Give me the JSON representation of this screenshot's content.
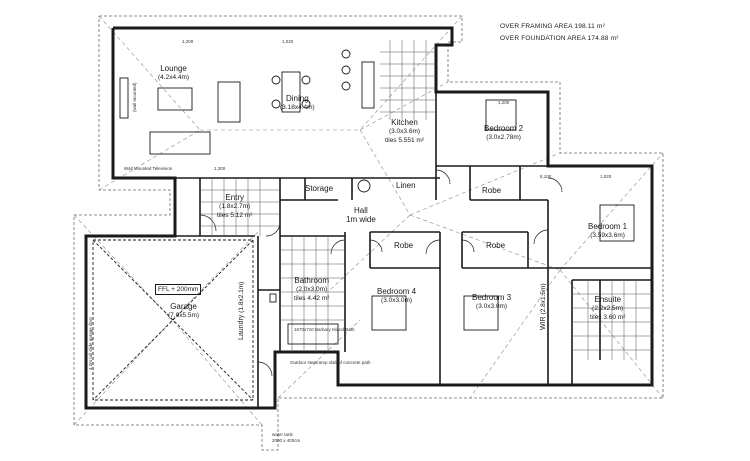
{
  "areas": {
    "framing": "OVER FRAMING AREA 198.11 m²",
    "foundation": "OVER FOUNDATION AREA 174.88 m²"
  },
  "rooms": {
    "lounge": {
      "name": "Lounge",
      "size": "(4.2x4.4m)"
    },
    "dining": {
      "name": "Dining",
      "size": "(3.18x4.4m)"
    },
    "kitchen": {
      "name": "Kitchen",
      "size": "(3.0x3.6m)",
      "tile": "tiles 5.551 m²"
    },
    "bedroom2": {
      "name": "Bedroom 2",
      "size": "(3.0x2.78m)"
    },
    "bedroom1": {
      "name": "Bedroom 1",
      "size": "(3.59x3.6m)"
    },
    "bedroom4": {
      "name": "Bedroom 4",
      "size": "(3.0x3.0m)"
    },
    "bedroom3": {
      "name": "Bedroom 3",
      "size": "(3.0x3.0m)"
    },
    "entry": {
      "name": "Entry",
      "size": "(1.8x2.7m)",
      "tile": "tiles 5.12 m²"
    },
    "storage": {
      "name": "Storage"
    },
    "linen": {
      "name": "Linen"
    },
    "hall": {
      "name": "Hall",
      "note": "1m wide"
    },
    "robe_b2": {
      "name": "Robe"
    },
    "robe_b4": {
      "name": "Robe"
    },
    "robe_b3": {
      "name": "Robe"
    },
    "bathroom": {
      "name": "Bathroom",
      "size": "(2.0x3.0m)",
      "tile": "tiles 4.42 m²"
    },
    "garage": {
      "name": "Garage",
      "size": "(7.0x5.5m)",
      "ffl": "FFL + 200mm"
    },
    "laundry": {
      "name": "Laundry",
      "size": "(1.8x2.1m)"
    },
    "wir": {
      "name": "WIR",
      "size": "(2.8x1.5m)"
    },
    "ensuite": {
      "name": "Ensuite",
      "size": "(2.2x2.5m)",
      "tile": "tiles 3.60 m²"
    }
  },
  "notes": {
    "tv_wall": "Wall Mounted Television",
    "tv_unit": "(wall mounted)",
    "bath": "1670x710 Barbary Island Bath",
    "step": "Outdoor step/ramp slab of concrete path",
    "water": "water tank",
    "tank_size": "2000 x 400cm",
    "garage_side": "4.2m tall slide garage door"
  },
  "dims": {
    "d1": "1,200",
    "d2": "1,300",
    "d3": "1,020",
    "d4": "8,100",
    "d5": "1,020",
    "d6": "1,200"
  }
}
